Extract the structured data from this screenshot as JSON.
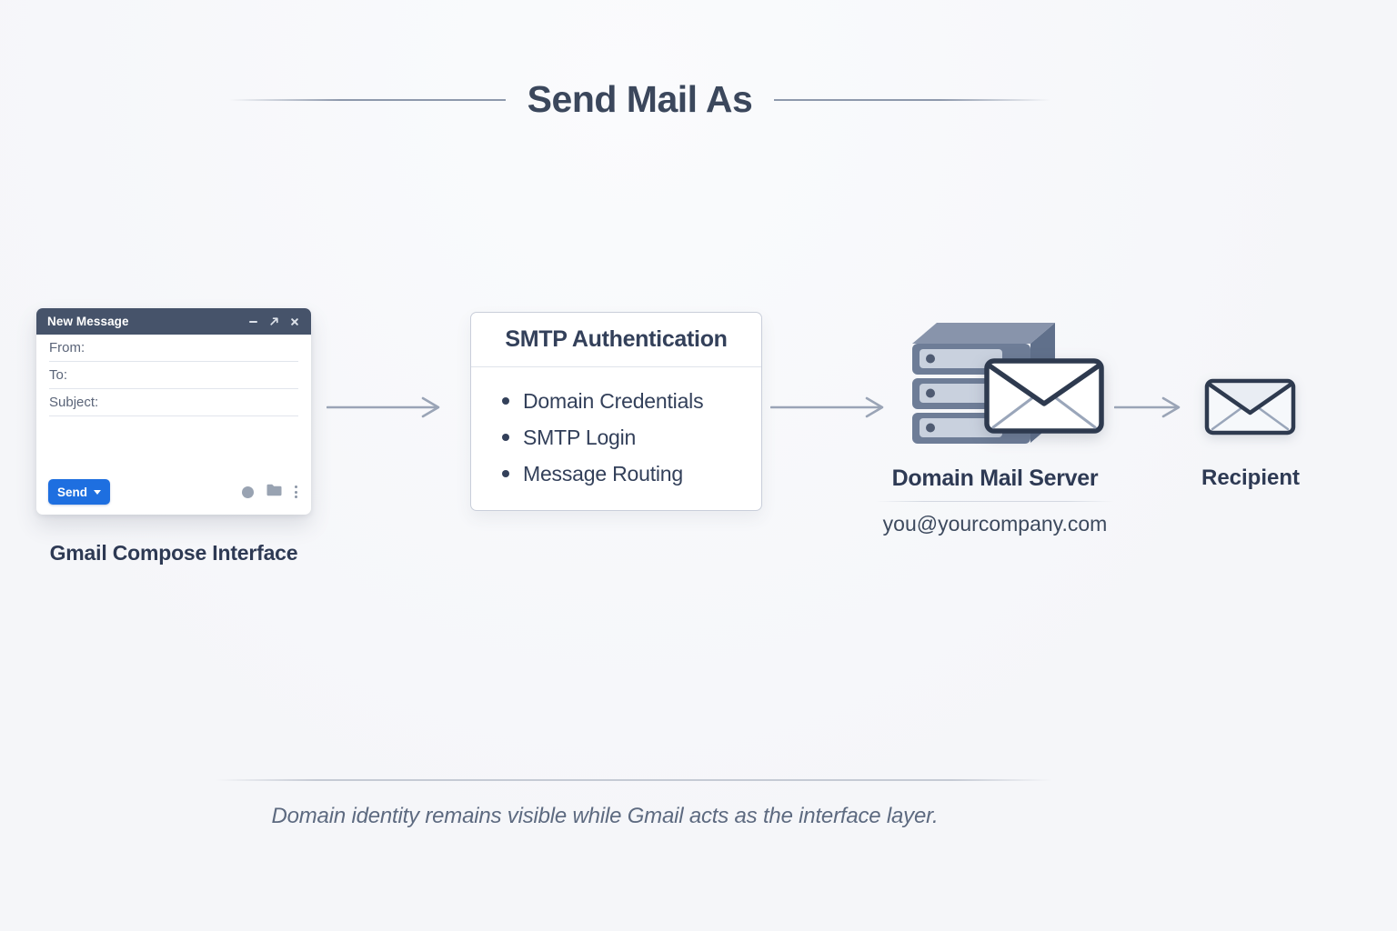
{
  "title": "Send Mail As",
  "compose": {
    "window_title": "New Message",
    "fields": [
      {
        "label": "From:",
        "value": ""
      },
      {
        "label": "To:",
        "value": ""
      },
      {
        "label": "Subject:",
        "value": ""
      }
    ],
    "send_label": "Send",
    "caption": "Gmail Compose Interface",
    "icons": [
      "attachment-circle-icon",
      "folder-icon",
      "more-options-icon"
    ],
    "window_control_icons": [
      "minimize-icon",
      "expand-icon",
      "close-icon"
    ]
  },
  "smtp": {
    "title": "SMTP Authentication",
    "items": [
      "Domain Credentials",
      "SMTP Login",
      "Message Routing"
    ]
  },
  "mail_server": {
    "label": "Domain Mail Server",
    "email": "you@yourcompany.com",
    "icons": [
      "server-stack-icon",
      "envelope-icon"
    ]
  },
  "recipient": {
    "label": "Recipient",
    "icons": [
      "envelope-icon"
    ]
  },
  "footer": {
    "caption": "Domain identity remains visible while Gmail acts as the interface layer."
  },
  "colors": {
    "background": "#f5f6f9",
    "heading": "#3b475c",
    "titlebar": "#46536a",
    "send_button": "#1e6fe0",
    "arrow": "#9aa4b6",
    "server_body": "#6e7d97",
    "server_panel": "#c9d1de",
    "envelope_border": "#2e3a4f",
    "caption_text": "#5d6a80"
  }
}
